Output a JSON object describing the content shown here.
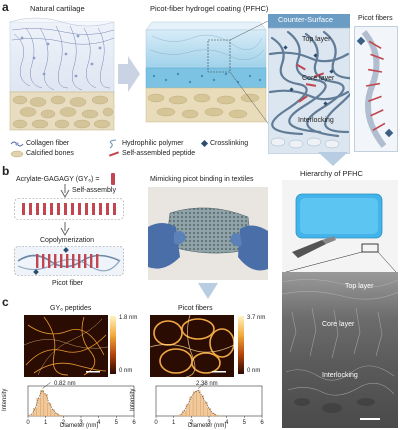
{
  "panels": {
    "a": {
      "label": "a",
      "natural_cartilage": "Natural cartilage",
      "pfhc_title": "Picot-fiber hydrogel coating (PFHC)",
      "counter_surface": "Counter-Surface",
      "picot_fibers": "Picot fibers",
      "top_layer": "Top layer",
      "core_layer": "Core layer",
      "interlocking": "Interlocking",
      "legend": {
        "collagen": "Collagen fiber",
        "hydrophilic": "Hydrophilic polymer",
        "crosslinking": "Crosslinking",
        "calcified": "Calcified bones",
        "peptide": "Self-assembled peptide"
      }
    },
    "b": {
      "label": "b",
      "monomer": "Acrylate-GAGAGY (GY₆) =",
      "self_assembly": "Self-assembly",
      "copolymerization": "Copolymerization",
      "picot_fiber": "Picot fiber",
      "textile_title": "Mimicking picot binding in textiles"
    },
    "hierarchy": {
      "title": "Hierarchy of PFHC",
      "top_layer": "Top layer",
      "core_layer": "Core layer",
      "interlocking": "Interlocking"
    },
    "c": {
      "label": "c",
      "left": {
        "title": "GY₆ peptides",
        "scale_max": "1.8 nm",
        "scale_min": "0 nm",
        "peak_label": "0.82 nm",
        "ylabel": "Intensity",
        "xlabel": "Diameter (nm)",
        "ticks": [
          "0",
          "1",
          "2",
          "3",
          "4",
          "5",
          "6"
        ]
      },
      "right": {
        "title": "Picot fibers",
        "scale_max": "3.7 nm",
        "scale_min": "0 nm",
        "peak_label": "2.38 nm",
        "ylabel": "Intensity",
        "xlabel": "Diameter (nm)",
        "ticks": [
          "0",
          "1",
          "2",
          "3",
          "4",
          "5",
          "6"
        ]
      }
    }
  },
  "chart_data": [
    {
      "type": "bar",
      "x": [
        0.2,
        0.4,
        0.6,
        0.8,
        1.0,
        1.2,
        1.4,
        1.6,
        1.8
      ],
      "values": [
        0.05,
        0.3,
        0.7,
        1.0,
        0.85,
        0.5,
        0.25,
        0.1,
        0.03
      ],
      "xlabel": "Diameter (nm)",
      "ylabel": "Intensity",
      "xlim": [
        0,
        6
      ],
      "peak": 0.82,
      "color": "#f2c99a"
    },
    {
      "type": "bar",
      "x": [
        1.4,
        1.6,
        1.8,
        2.0,
        2.2,
        2.4,
        2.6,
        2.8,
        3.0,
        3.2,
        3.4
      ],
      "values": [
        0.05,
        0.2,
        0.45,
        0.75,
        0.95,
        1.0,
        0.8,
        0.55,
        0.3,
        0.12,
        0.04
      ],
      "xlabel": "Diameter (nm)",
      "ylabel": "Intensity",
      "xlim": [
        0,
        6
      ],
      "peak": 2.38,
      "color": "#f2c99a"
    }
  ]
}
